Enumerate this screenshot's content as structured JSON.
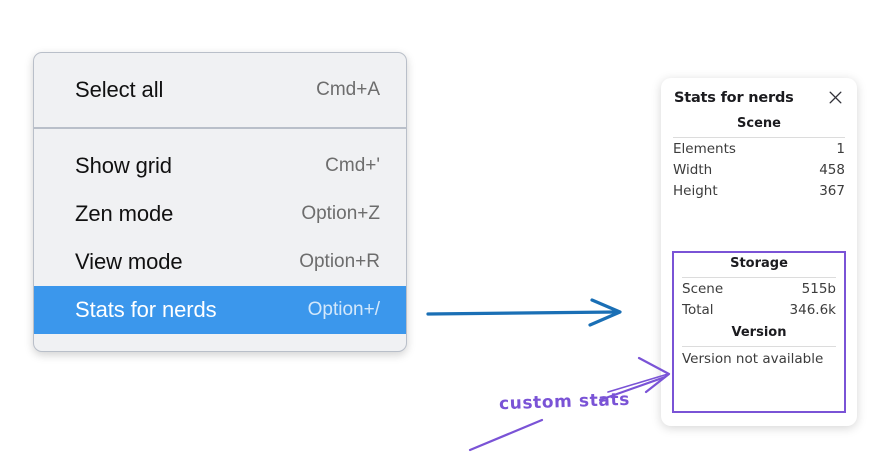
{
  "context_menu": {
    "name": "canvas-context-menu",
    "groups": [
      {
        "items": [
          {
            "label": "Select all",
            "shortcut": "Cmd+A",
            "highlighted": false
          }
        ]
      },
      {
        "items": [
          {
            "label": "Show grid",
            "shortcut": "Cmd+'",
            "highlighted": false
          },
          {
            "label": "Zen mode",
            "shortcut": "Option+Z",
            "highlighted": false
          },
          {
            "label": "View mode",
            "shortcut": "Option+R",
            "highlighted": false
          },
          {
            "label": "Stats for nerds",
            "shortcut": "Option+/",
            "highlighted": true
          }
        ]
      }
    ],
    "highlight_color": "#3b97ec",
    "background_color": "#f0f1f3",
    "shortcut_color": "#6d6d6d"
  },
  "stats_panel": {
    "title": "Stats for nerds",
    "close_icon": "close-icon",
    "sections": [
      {
        "heading": "Scene",
        "rows": [
          {
            "key": "Elements",
            "value": "1"
          },
          {
            "key": "Width",
            "value": "458"
          },
          {
            "key": "Height",
            "value": "367"
          }
        ]
      },
      {
        "heading": "Storage",
        "rows": [
          {
            "key": "Scene",
            "value": "515b"
          },
          {
            "key": "Total",
            "value": "346.6k"
          }
        ]
      },
      {
        "heading": "Version",
        "single_line": "Version not available"
      }
    ]
  },
  "annotations": {
    "blue_arrow_color": "#1a6fb5",
    "purple_color": "#7a53d6",
    "caption": "custom stats"
  }
}
